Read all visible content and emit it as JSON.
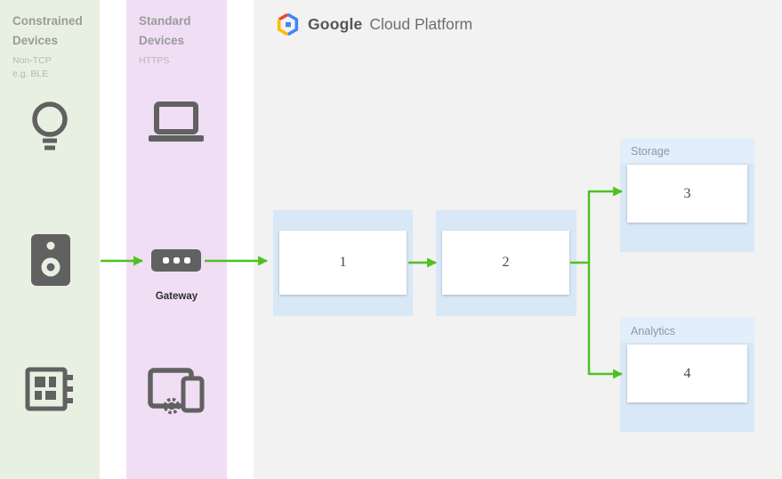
{
  "colors": {
    "green_col_bg": "#e8f1e1",
    "purple_col_bg": "#f0def4",
    "main_bg": "#f2f2f2",
    "node_bg": "#d9e8f7",
    "arrow": "#4fc122",
    "icon": "#616161",
    "title_color": "#9b9b9b",
    "subtitle_color": "#b6b6b6",
    "panel_label_color": "#8c98a4",
    "number_color": "#4f463e",
    "brand_google_color": "#54575a",
    "brand_suffix_color": "#6b6e71"
  },
  "constrained_column": {
    "title_line1": "Constrained",
    "title_line2": "Devices",
    "subtitle_line1": "Non-TCP",
    "subtitle_line2": "e.g. BLE"
  },
  "standard_column": {
    "title_line1": "Standard",
    "title_line2": "Devices",
    "subtitle_line1": "HTTPS"
  },
  "gateway": {
    "label": "Gateway"
  },
  "brand": {
    "google": "Google",
    "suffix": "Cloud Platform"
  },
  "flow": {
    "node1": "1",
    "node2": "2",
    "storage": {
      "label": "Storage",
      "number": "3"
    },
    "analytics": {
      "label": "Analytics",
      "number": "4"
    }
  }
}
